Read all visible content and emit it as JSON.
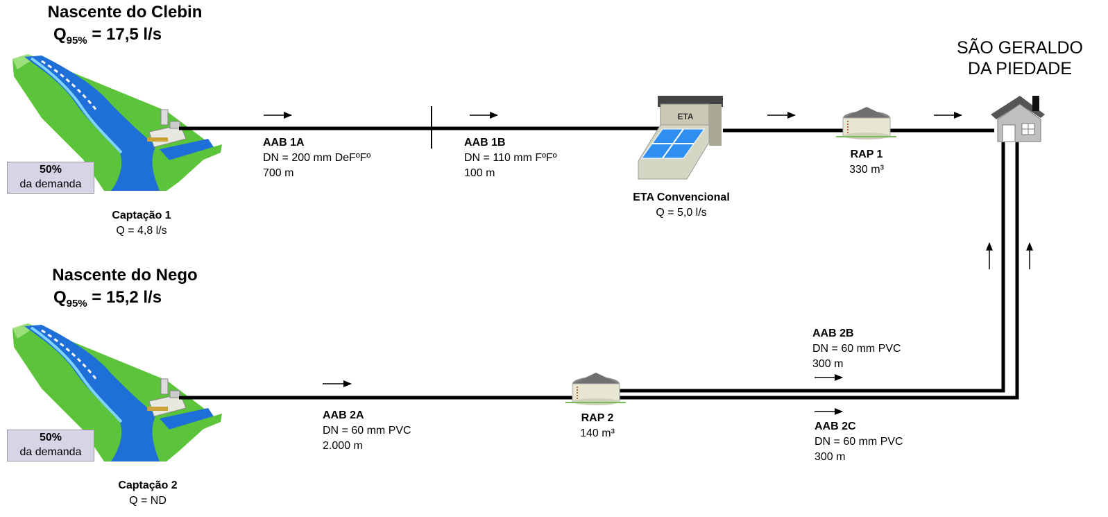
{
  "sources": [
    {
      "name": "Nascente do Clebin",
      "q_prefix": "Q",
      "q_sub": "95%",
      "q_value": " = 17,5 l/s",
      "demand_pct": "50%",
      "demand_text": "da demanda",
      "intake_name": "Captação 1",
      "intake_q": "Q = 4,8 l/s"
    },
    {
      "name": "Nascente do Nego",
      "q_prefix": "Q",
      "q_sub": "95%",
      "q_value": " = 15,2 l/s",
      "demand_pct": "50%",
      "demand_text": "da demanda",
      "intake_name": "Captação 2",
      "intake_q": "Q = ND"
    }
  ],
  "pipes": {
    "aab1a": {
      "name": "AAB 1A",
      "dn": "DN = 200 mm DeFºFº",
      "length": "700 m"
    },
    "aab1b": {
      "name": "AAB 1B",
      "dn": "DN = 110 mm FºFº",
      "length": "100 m"
    },
    "aab2a": {
      "name": "AAB 2A",
      "dn": "DN = 60 mm PVC",
      "length": "2.000 m"
    },
    "aab2b": {
      "name": "AAB 2B",
      "dn": "DN = 60 mm PVC",
      "length": "300 m"
    },
    "aab2c": {
      "name": "AAB 2C",
      "dn": "DN = 60 mm PVC",
      "length": "300 m"
    }
  },
  "eta": {
    "sign": "ETA",
    "name": "ETA Convencional",
    "q": "Q = 5,0 l/s"
  },
  "reservoirs": [
    {
      "name": "RAP 1",
      "volume": "330 m³"
    },
    {
      "name": "RAP 2",
      "volume": "140 m³"
    }
  ],
  "city": {
    "line1": "SÃO GERALDO",
    "line2": "DA PIEDADE"
  },
  "colors": {
    "grass": "#5cc43a",
    "water": "#1e6fd8",
    "demand_box": "#d9d3e6",
    "pipe": "#000000"
  }
}
